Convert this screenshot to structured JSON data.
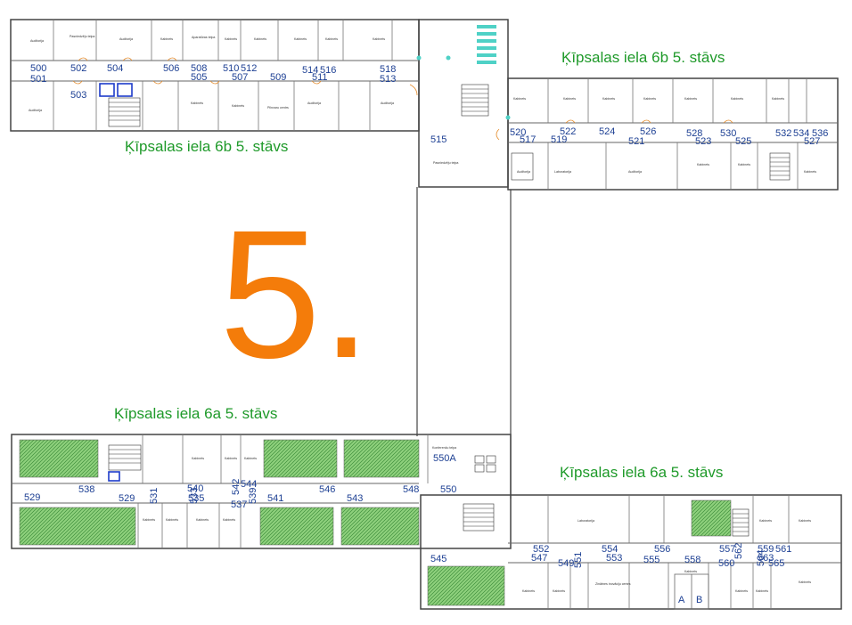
{
  "floor_number": "5.",
  "building_labels": {
    "b6b_top_left": "Ķīpsalas iela 6b  5. stāvs",
    "b6b_top_right": "Ķīpsalas iela 6b  5. stāvs",
    "b6a_bottom_left": "Ķīpsalas iela 6a 5. stāvs",
    "b6a_bottom_right": "Ķīpsalas iela 6a 5. stāvs"
  },
  "room_labels": {
    "auditorija": "Auditorija",
    "kabinets": "Kabinets",
    "laboratorija": "Laboratorija",
    "pasniedzeju_telpa": "Pasniedzēju telpa",
    "aparaturas_telpa": "Aparatūras telpa",
    "pilnvaras_centrs": "Pilnvaru centrs",
    "zinatnes_centrs": "Zinātnes inovāciju centrs",
    "konferencu_telpa": "Konferenču telpa"
  },
  "rooms_6b": [
    "500",
    "501",
    "502",
    "503",
    "504",
    "505",
    "506",
    "507",
    "508",
    "509",
    "510",
    "511",
    "512",
    "513",
    "514",
    "515",
    "516",
    "517",
    "518",
    "519",
    "520",
    "521",
    "522",
    "523",
    "524",
    "525",
    "526",
    "527",
    "528",
    "530",
    "532",
    "534",
    "536"
  ],
  "rooms_6a": [
    "529",
    "529",
    "531",
    "533",
    "535",
    "537",
    "538",
    "539",
    "540",
    "541",
    "542",
    "543",
    "544",
    "545",
    "546",
    "547",
    "548",
    "549",
    "550",
    "550A",
    "551",
    "552",
    "553",
    "554",
    "555",
    "556",
    "557",
    "558",
    "559",
    "560",
    "561",
    "562",
    "563",
    "564",
    "565"
  ],
  "wing_letters": [
    "A",
    "B"
  ],
  "colors": {
    "green_room": "#2f9a3a",
    "room_number": "#1c3f93",
    "floor_number": "#f47c0a",
    "building_label": "#1f9a2a"
  }
}
